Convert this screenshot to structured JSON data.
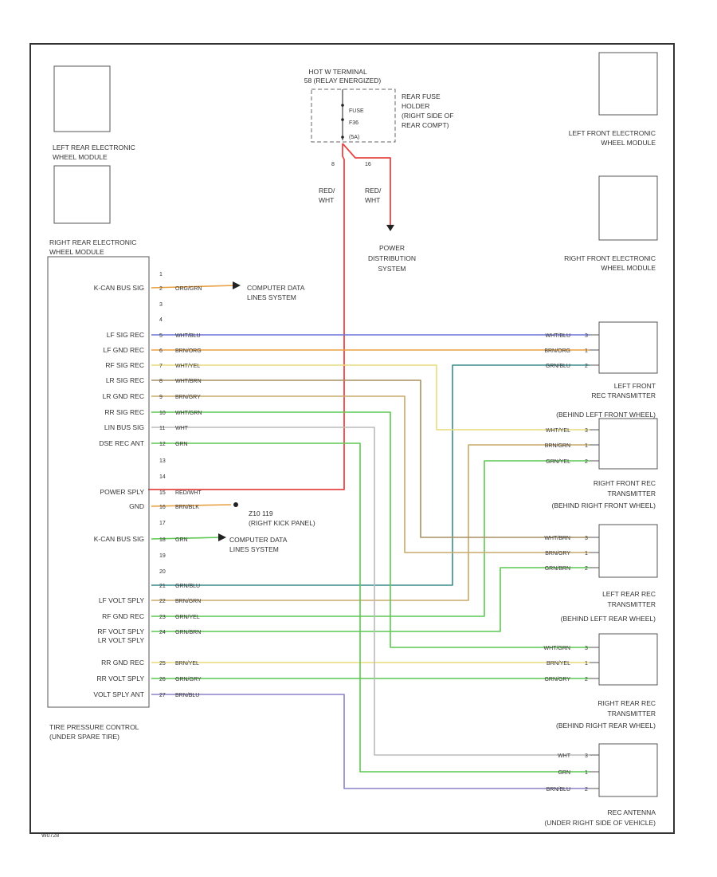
{
  "fuse_block": {
    "hot_label_1": "HOT W TERMINAL",
    "hot_label_2": "58 (RELAY ENERGIZED)",
    "fuse_lines": [
      "FUSE",
      "F36",
      "(5A)"
    ],
    "holder_lines": [
      "REAR FUSE",
      "HOLDER",
      "(RIGHT SIDE OF",
      "REAR COMPT)"
    ],
    "pin_left": "8",
    "pin_right": "16",
    "wire_left": [
      "RED/",
      "WHT"
    ],
    "wire_right": [
      "RED/",
      "WHT"
    ],
    "power_dist": [
      "POWER",
      "DISTRIBUTION",
      "SYSTEM"
    ]
  },
  "wheel_modules": {
    "left_rear": [
      "LEFT REAR ELECTRONIC",
      "WHEEL MODULE"
    ],
    "right_rear": [
      "RIGHT REAR ELECTRONIC",
      "WHEEL MODULE"
    ],
    "left_front": [
      "LEFT FRONT ELECTRONIC",
      "WHEEL MODULE"
    ],
    "right_front": [
      "RIGHT FRONT ELECTRONIC",
      "WHEEL MODULE"
    ]
  },
  "control_module": {
    "title": [
      "TIRE PRESSURE CONTROL",
      "(UNDER SPARE TIRE)"
    ],
    "pins": [
      {
        "num": "1",
        "label": "",
        "wire": ""
      },
      {
        "num": "2",
        "label": "K-CAN BUS SIG",
        "wire": "ORG/GRN"
      },
      {
        "num": "3",
        "label": "",
        "wire": ""
      },
      {
        "num": "4",
        "label": "",
        "wire": ""
      },
      {
        "num": "5",
        "label": "LF SIG REC",
        "wire": "WHT/BLU"
      },
      {
        "num": "6",
        "label": "LF GND REC",
        "wire": "BRN/ORG"
      },
      {
        "num": "7",
        "label": "RF SIG REC",
        "wire": "WHT/YEL"
      },
      {
        "num": "8",
        "label": "LR SIG REC",
        "wire": "WHT/BRN"
      },
      {
        "num": "9",
        "label": "LR GND REC",
        "wire": "BRN/GRY"
      },
      {
        "num": "10",
        "label": "RR SIG REC",
        "wire": "WHT/GRN"
      },
      {
        "num": "11",
        "label": "LIN BUS SIG",
        "wire": "WHT"
      },
      {
        "num": "12",
        "label": "DSE REC ANT",
        "wire": "GRN"
      },
      {
        "num": "13",
        "label": "",
        "wire": ""
      },
      {
        "num": "14",
        "label": "",
        "wire": ""
      },
      {
        "num": "15",
        "label": "POWER SPLY",
        "wire": "RED/WHT"
      },
      {
        "num": "16",
        "label": "GND",
        "wire": "BRN/BLK"
      },
      {
        "num": "17",
        "label": "",
        "wire": ""
      },
      {
        "num": "18",
        "label": "K-CAN BUS SIG",
        "wire": "GRN"
      },
      {
        "num": "19",
        "label": "",
        "wire": ""
      },
      {
        "num": "20",
        "label": "",
        "wire": ""
      },
      {
        "num": "21",
        "label": "",
        "wire": "GRN/BLU"
      },
      {
        "num": "22",
        "label": "LF VOLT SPLY",
        "wire": "BRN/GRN"
      },
      {
        "num": "23",
        "label": "RF GND REC",
        "wire": "GRN/YEL"
      },
      {
        "num": "24",
        "label": "RF VOLT SPLY",
        "wire": "GRN/BRN"
      },
      {
        "num": "",
        "label": "LR VOLT SPLY",
        "wire": ""
      },
      {
        "num": "",
        "label": "",
        "wire": ""
      },
      {
        "num": "25",
        "label": "RR GND REC",
        "wire": "BRN/YEL"
      },
      {
        "num": "26",
        "label": "RR VOLT SPLY",
        "wire": "GRN/GRY"
      },
      {
        "num": "27",
        "label": "VOLT SPLY ANT",
        "wire": "BRN/BLU"
      }
    ]
  },
  "refs": {
    "computer_1": [
      "COMPUTER DATA",
      "LINES SYSTEM"
    ],
    "ground": [
      "Z10 119",
      "(RIGHT KICK PANEL)"
    ],
    "computer_2": [
      "COMPUTER DATA",
      "LINES SYSTEM"
    ]
  },
  "transmitters": {
    "left_front": {
      "caption": [
        "LEFT FRONT",
        "REC TRANSMITTER",
        "(BEHIND LEFT FRONT WHEEL)"
      ],
      "pins": [
        {
          "wire": "WHT/BLU",
          "num": "3"
        },
        {
          "wire": "BRN/ORG",
          "num": "1"
        },
        {
          "wire": "GRN/BLU",
          "num": "2"
        }
      ]
    },
    "right_front": {
      "caption": [
        "RIGHT FRONT REC",
        "TRANSMITTER",
        "(BEHIND RIGHT FRONT WHEEL)"
      ],
      "pins": [
        {
          "wire": "WHT/YEL",
          "num": "3"
        },
        {
          "wire": "BRN/GRN",
          "num": "1"
        },
        {
          "wire": "GRN/YEL",
          "num": "2"
        }
      ]
    },
    "left_rear": {
      "caption": [
        "LEFT REAR REC",
        "TRANSMITTER",
        "(BEHIND LEFT REAR WHEEL)"
      ],
      "pins": [
        {
          "wire": "WHT/BRN",
          "num": "3"
        },
        {
          "wire": "BRN/GRY",
          "num": "1"
        },
        {
          "wire": "GRN/BRN",
          "num": "2"
        }
      ]
    },
    "right_rear": {
      "caption": [
        "RIGHT REAR REC",
        "TRANSMITTER",
        "(BEHIND RIGHT REAR WHEEL)"
      ],
      "pins": [
        {
          "wire": "WHT/GRN",
          "num": "3"
        },
        {
          "wire": "BRN/YEL",
          "num": "1"
        },
        {
          "wire": "GRN/GRY",
          "num": "2"
        }
      ]
    },
    "antenna": {
      "caption": [
        "REC ANTENNA",
        "(UNDER RIGHT SIDE OF VEHICLE)"
      ],
      "pins": [
        {
          "wire": "WHT",
          "num": "3"
        },
        {
          "wire": "GRN",
          "num": "1"
        },
        {
          "wire": "BRN/BLU",
          "num": "2"
        }
      ]
    }
  },
  "footer_code": "W0728",
  "colors": {
    "red": "#e84545",
    "blue": "#6a72d8",
    "orange": "#e8a040",
    "yellow": "#e8dc7a",
    "tan": "#c8a868",
    "brown": "#a89060",
    "green": "#5cc850",
    "teal": "#3a8c8c",
    "grey": "#bbbbbb",
    "purple": "#8a82c8"
  }
}
